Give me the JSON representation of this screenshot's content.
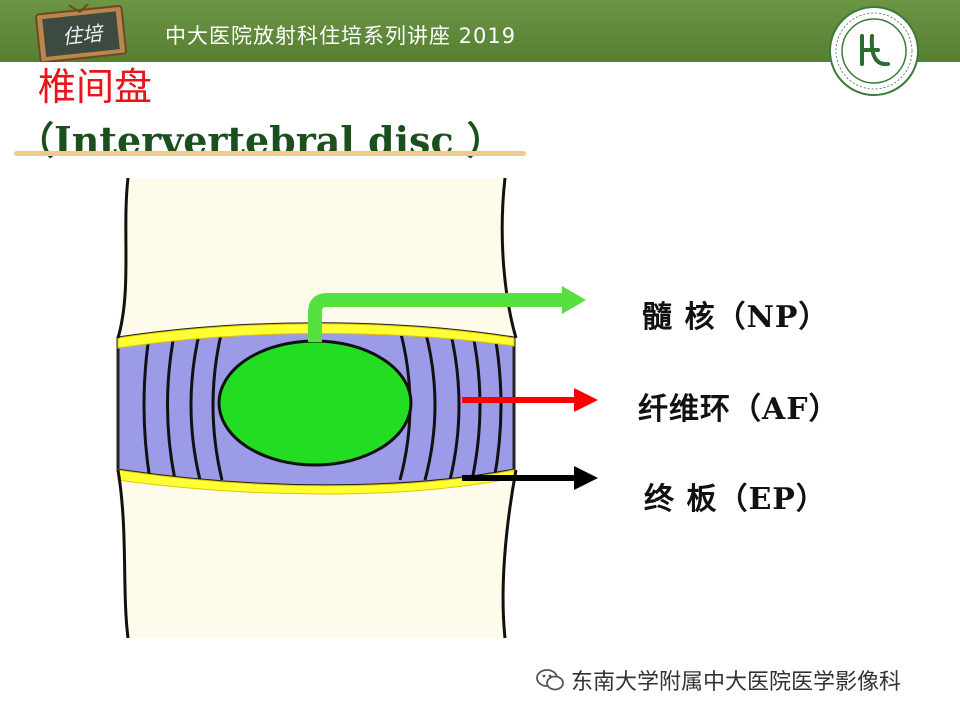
{
  "header": {
    "title": "中大医院放射科住培系列讲座 2019",
    "badge_text": "住培",
    "background_color": "#5f8a3a"
  },
  "slide": {
    "title_cn": "椎间盘",
    "title_en": "（Intervertebral disc ）"
  },
  "diagram": {
    "labels": {
      "np": "髓 核（NP）",
      "af": "纤维环（AF）",
      "ep": "终 板（EP）"
    },
    "colors": {
      "nucleus": "#22dd22",
      "annulus": "#9b9be8",
      "endplate": "#ffff33",
      "np_arrow": "#55e040",
      "af_arrow": "#ff0000",
      "ep_arrow": "#000000"
    }
  },
  "footer": {
    "source": "东南大学附属中大医院医学影像科",
    "icon": "wechat-icon"
  }
}
